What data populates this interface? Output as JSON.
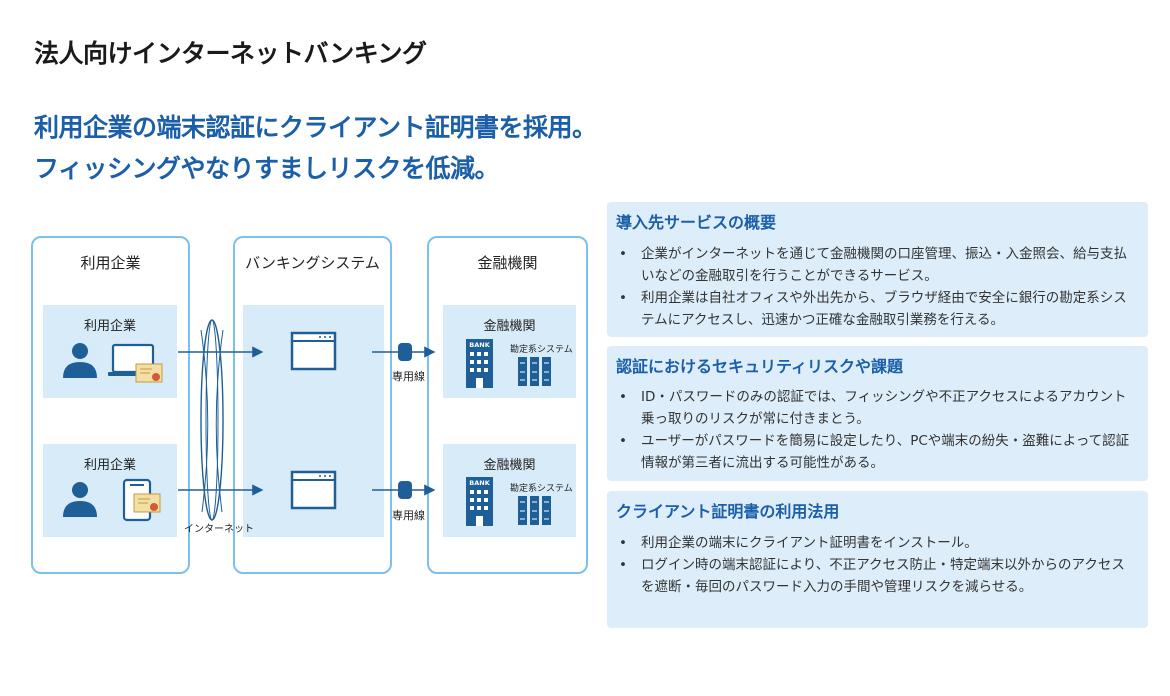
{
  "page_title": "法人向けインターネットバンキング",
  "headline": {
    "line1": "利用企業の端末認証にクライアント証明書を採用。",
    "line2": "フィッシングやなりすましリスクを低減。"
  },
  "diagram": {
    "columns": {
      "user": "利用企業",
      "banking": "バンキングシステム",
      "institution": "金融機関"
    },
    "user_panel_label": "利用企業",
    "institution_panel_label": "金融機関",
    "bank_sign": "BANK",
    "core_system_label": "勘定系システム",
    "internet_label": "インターネット",
    "dedicated_line_label": "専用線"
  },
  "cards": [
    {
      "title": "導入先サービスの概要",
      "items": [
        "企業がインターネットを通じて金融機関の口座管理、振込・入金照会、給与支払いなどの金融取引を行うことができるサービス。",
        "利用企業は自社オフィスや外出先から、ブラウザ経由で安全に銀行の勘定系システムにアクセスし、迅速かつ正確な金融取引業務を行える。"
      ]
    },
    {
      "title": "認証におけるセキュリティリスクや課題",
      "items": [
        "ID・パスワードのみの認証では、フィッシングや不正アクセスによるアカウント乗っ取りのリスクが常に付きまとう。",
        "ユーザーがパスワードを簡易に設定したり、PCや端末の紛失・盗難によって認証情報が第三者に流出する可能性がある。"
      ]
    },
    {
      "title": "クライアント証明書の利用法用",
      "items": [
        "利用企業の端末にクライアント証明書をインストール。",
        "ログイン時の端末認証により、不正アクセス防止・特定端末以外からのアクセスを遮断・毎回のパスワード入力の手間や管理リスクを減らせる。"
      ]
    }
  ],
  "colors": {
    "headline": "#1b5fa8",
    "icon": "#1f5f98",
    "panel": "#d8ebf8",
    "border": "#7cc0ec",
    "card": "#ddeefa"
  }
}
